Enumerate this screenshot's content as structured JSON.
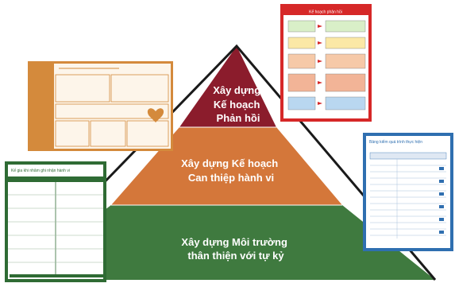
{
  "pyramid": {
    "tiers": [
      {
        "lines": [
          "Xây dựng",
          "Kế hoạch",
          "Phản hồi"
        ],
        "color": "#8b1c2c"
      },
      {
        "lines": [
          "Xây dựng Kế hoạch",
          "Can thiệp hành vi"
        ],
        "color": "#d4773a"
      },
      {
        "lines": [
          "Xây dựng Môi trường",
          "thân thiện với tự kỷ"
        ],
        "color": "#3f7a3f"
      }
    ],
    "edge_color": "#1a1a1a"
  },
  "thumbnails": {
    "top_right": {
      "title": "Kế hoạch phản hồi",
      "border": "#d62828"
    },
    "left_orange": {
      "border": "#d48a3c"
    },
    "bottom_left": {
      "title": "Kế gia khi nhâm ghi nhận hành vi",
      "border": "#2f6b34"
    },
    "right_blue": {
      "title": "Bảng kiểm quá trình thực hiện",
      "border": "#2f6fb0"
    }
  }
}
